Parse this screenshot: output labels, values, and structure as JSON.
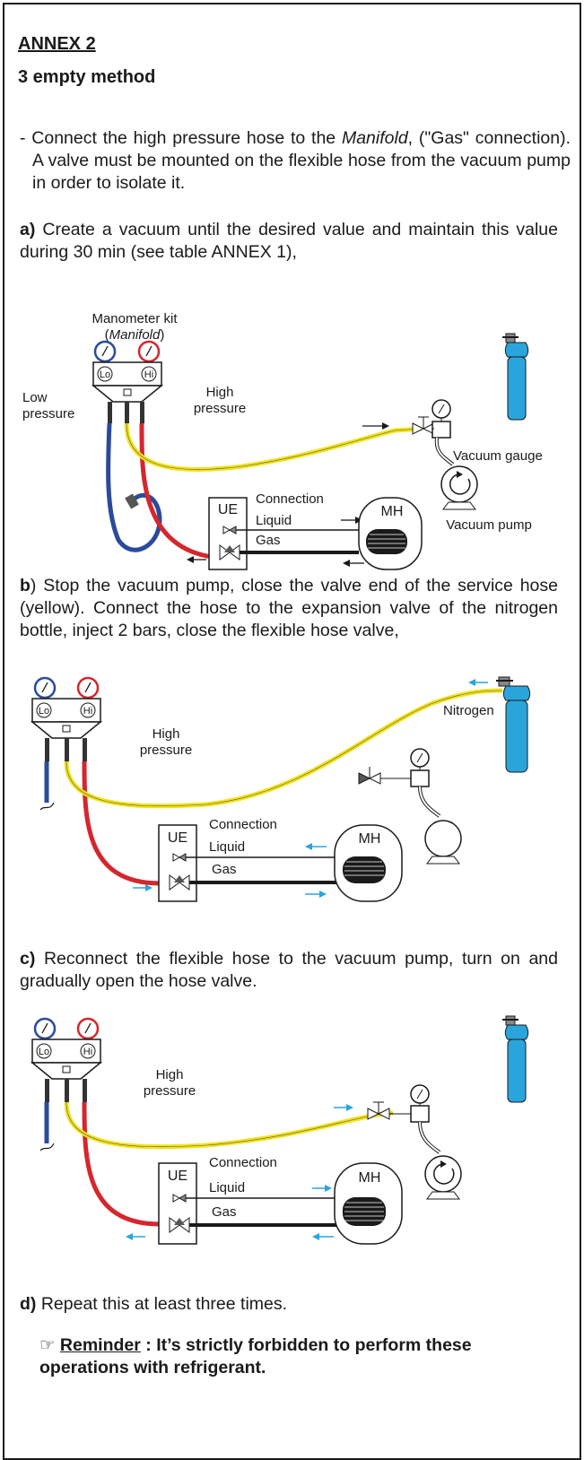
{
  "annex": {
    "heading": "ANNEX 2",
    "subheading": "3 empty method"
  },
  "intro": {
    "prefix": "- Connect the high pressure hose to the ",
    "manifold_word": "Manifold",
    "suffix": ", (\"Gas\" connection). A valve must be mounted on the flexible hose from the vacuum pump in order to isolate it."
  },
  "steps": [
    {
      "marker": "a)",
      "text": " Create a vacuum until the desired value and maintain this value during 30 min (see table ANNEX 1),"
    },
    {
      "marker": "b",
      "text": ") Stop the vacuum pump, close the valve end of the service hose (yellow). Connect the hose to the expansion valve of the nitrogen bottle, inject 2 bars, close the flexible hose valve,"
    },
    {
      "marker": "c)",
      "text": " Reconnect the flexible hose to the vacuum pump, turn on and gradually open the hose valve."
    },
    {
      "marker": "d)",
      "text": " Repeat this at least three times."
    }
  ],
  "reminder": {
    "icon": "pointing-hand-icon",
    "label": "Reminder",
    "text": " : It’s strictly forbidden to perform these operations with refrigerant."
  },
  "diagram": {
    "manometer_kit": "Manometer kit",
    "manifold_paren_open": "(",
    "manifold": "Manifold",
    "manifold_paren_close": ")",
    "low": "Low",
    "pressure": "pressure",
    "high": "High",
    "lo": "Lo",
    "hi": "Hi",
    "ue": "UE",
    "connection": "Connection",
    "liquid": "Liquid",
    "gas": "Gas",
    "mh": "MH",
    "vacuum_gauge": "Vacuum gauge",
    "vacuum_pump": "Vacuum pump",
    "nitrogen": "Nitrogen"
  },
  "colors": {
    "blue_hose": "#2a4a9c",
    "red_hose": "#d6262d",
    "yellow_hose": "#f2e21a",
    "cylinder": "#2aa5dc",
    "flow_arrow": "#2aa5dc"
  }
}
